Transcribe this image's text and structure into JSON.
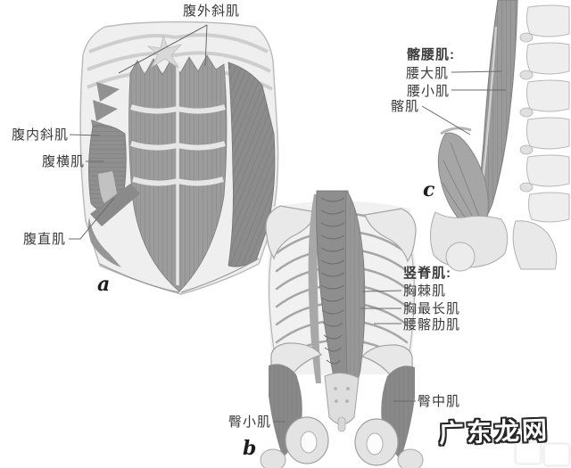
{
  "page": {
    "background": "#ffffff"
  },
  "figure_a": {
    "letter": "a",
    "labels": {
      "external_oblique": "腹外斜肌",
      "internal_oblique": "腹内斜肌",
      "transversus_abdominis": "腹横肌",
      "rectus_abdominis": "腹直肌"
    }
  },
  "figure_b": {
    "letter": "b",
    "group_title": "竖脊肌:",
    "labels": {
      "spinalis_thoracis": "胸棘肌",
      "longissimus_thoracis": "胸最长肌",
      "iliocostalis_lumborum": "腰髂肋肌",
      "gluteus_minimus": "臀小肌",
      "gluteus_medius": "臀中肌"
    }
  },
  "figure_c": {
    "letter": "c",
    "group_title": "髂腰肌:",
    "labels": {
      "psoas_major": "腰大肌",
      "psoas_minor": "腰小肌",
      "iliacus": "髂肌"
    }
  },
  "watermark": {
    "text": "广东龙网",
    "text_color": "#ffffff",
    "outline_color": "#262626"
  },
  "colors": {
    "label_text": "#3a3a3a",
    "leader_line": "#6b6b6b",
    "muscle_dark": "#8c8c8c",
    "muscle_mid": "#9c9c9c",
    "bone_light": "#e9e9e9",
    "background": "#ffffff"
  }
}
